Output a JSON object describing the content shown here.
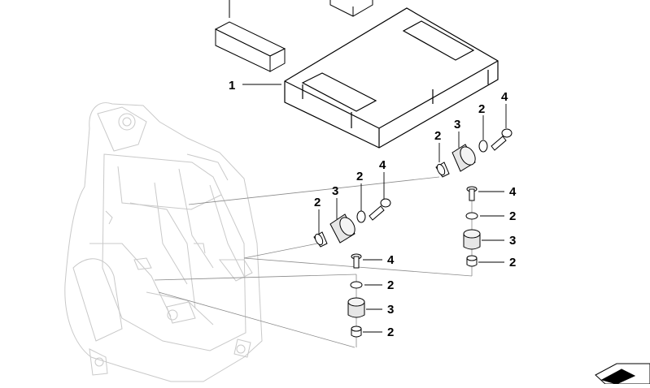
{
  "diagram": {
    "callouts": [
      {
        "id": "c1",
        "label": "1"
      },
      {
        "id": "c2a",
        "label": "2"
      },
      {
        "id": "c3a",
        "label": "3"
      },
      {
        "id": "c2b",
        "label": "2"
      },
      {
        "id": "c4a",
        "label": "4"
      },
      {
        "id": "c2c",
        "label": "2"
      },
      {
        "id": "c3b",
        "label": "3"
      },
      {
        "id": "c2d",
        "label": "2"
      },
      {
        "id": "c4b",
        "label": "4"
      },
      {
        "id": "c4c",
        "label": "4"
      },
      {
        "id": "c2e",
        "label": "2"
      },
      {
        "id": "c3c",
        "label": "3"
      },
      {
        "id": "c2f",
        "label": "2"
      },
      {
        "id": "c4d",
        "label": "4"
      },
      {
        "id": "c2g",
        "label": "2"
      },
      {
        "id": "c3d",
        "label": "3"
      },
      {
        "id": "c2h",
        "label": "2"
      }
    ]
  }
}
